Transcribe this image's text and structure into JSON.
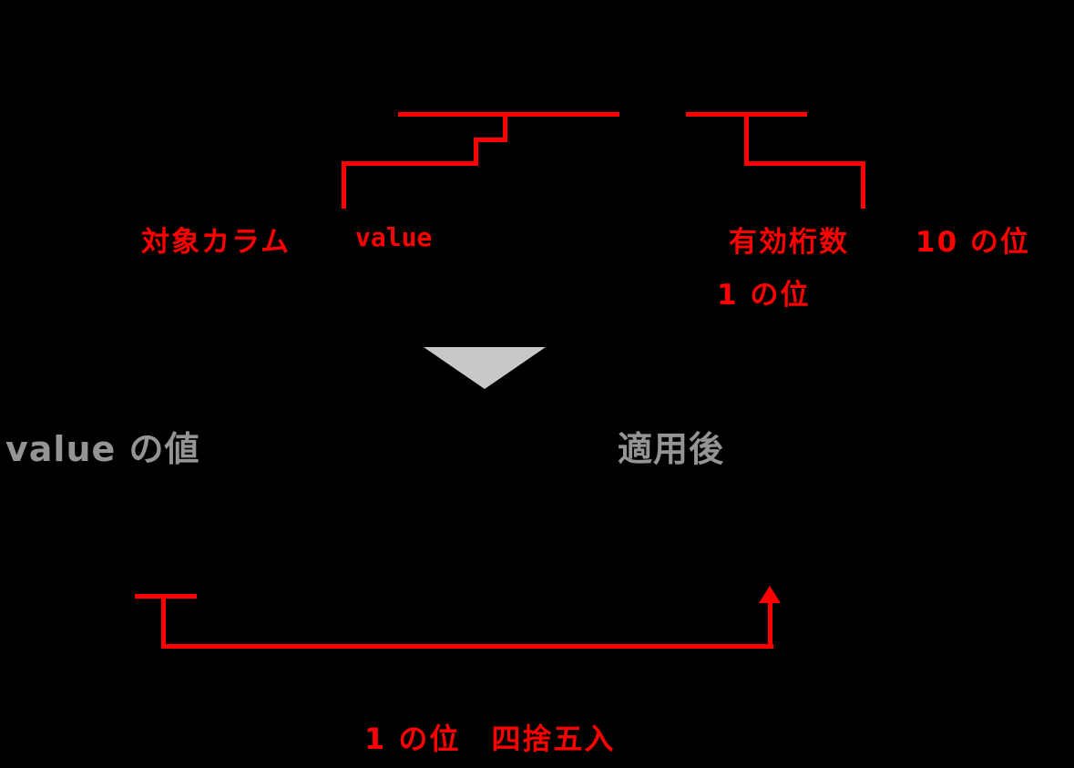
{
  "colors": {
    "background": "#000000",
    "annotation_red": "#ff0000",
    "gray_text": "#949494",
    "gray_triangle": "#c8c8c8"
  },
  "top_annotation": {
    "target_column_label": "対象カラム",
    "value_label": "value",
    "significant_digits_label": "有効桁数",
    "tens_place_label": "10 の位",
    "ones_place_label": "1 の位"
  },
  "middle_annotation": {
    "value_column_label": "value の値",
    "after_apply_label": "適用後"
  },
  "bottom_annotation": {
    "caption": "1 の位　四捨五入"
  }
}
